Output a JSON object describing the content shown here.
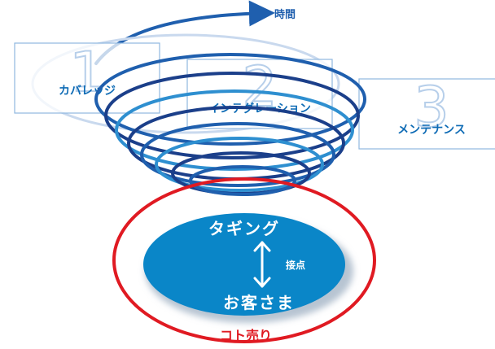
{
  "time_axis": {
    "label": "時間"
  },
  "phases": [
    {
      "number": "1",
      "label": "カバレッジ"
    },
    {
      "number": "2",
      "label": "インテグレーション"
    },
    {
      "number": "3",
      "label": "メンテナンス"
    }
  ],
  "core": {
    "top_label": "タギング",
    "bottom_label": "お客さま",
    "connector_label": "接点"
  },
  "outer_ring": {
    "label": "コト売り"
  },
  "colors": {
    "spiral_dark": "#1b3f8a",
    "spiral_mid": "#1f5fae",
    "spiral_light": "#2e8fd0",
    "core_fill": "#0a86c8",
    "ring_red": "#e01a22",
    "box_border": "#8fb8e0",
    "phase_text": "#0e6bb5",
    "number_outline": "#b7cfea"
  }
}
